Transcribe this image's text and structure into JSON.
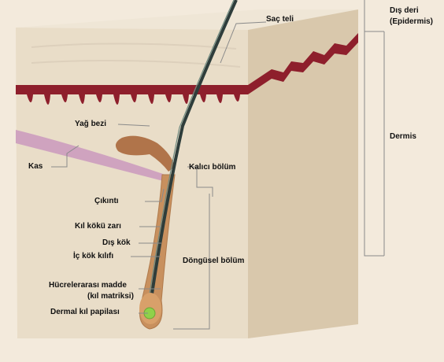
{
  "labels": {
    "sac_teli": "Saç teli",
    "dis_deri_1": "Dış deri",
    "dis_deri_2": "(Epidermis)",
    "dermis": "Dermis",
    "yag_bezi": "Yağ bezi",
    "kas": "Kas",
    "kalici_bolum": "Kalıcı bölüm",
    "cikinti": "Çıkıntı",
    "kil_koku_zari": "Kıl kökü zarı",
    "dis_kok": "Dış kök",
    "ic_kok_kilifi": "İç kök kılıfı",
    "dongusel_bolum": "Döngüsel bölüm",
    "hucrelerarasi_1": "Hücrelerarası madde",
    "hucrelerarasi_2": "(kıl matriksi)",
    "dermal_papilla": "Dermal kıl papilası"
  },
  "colors": {
    "background": "#f3eadc",
    "skin_top": "#efe6d6",
    "skin_front": "#e9ddc8",
    "skin_side": "#d9c8ac",
    "epidermis_band": "#8e1f2c",
    "sebaceous_gland": "#b0744a",
    "muscle": "#cfa3bf",
    "hair_shaft": "#2e3d3b",
    "follicle": "#c8905e",
    "papilla": "#8fd14a",
    "leader_line": "#8a8a8a"
  }
}
